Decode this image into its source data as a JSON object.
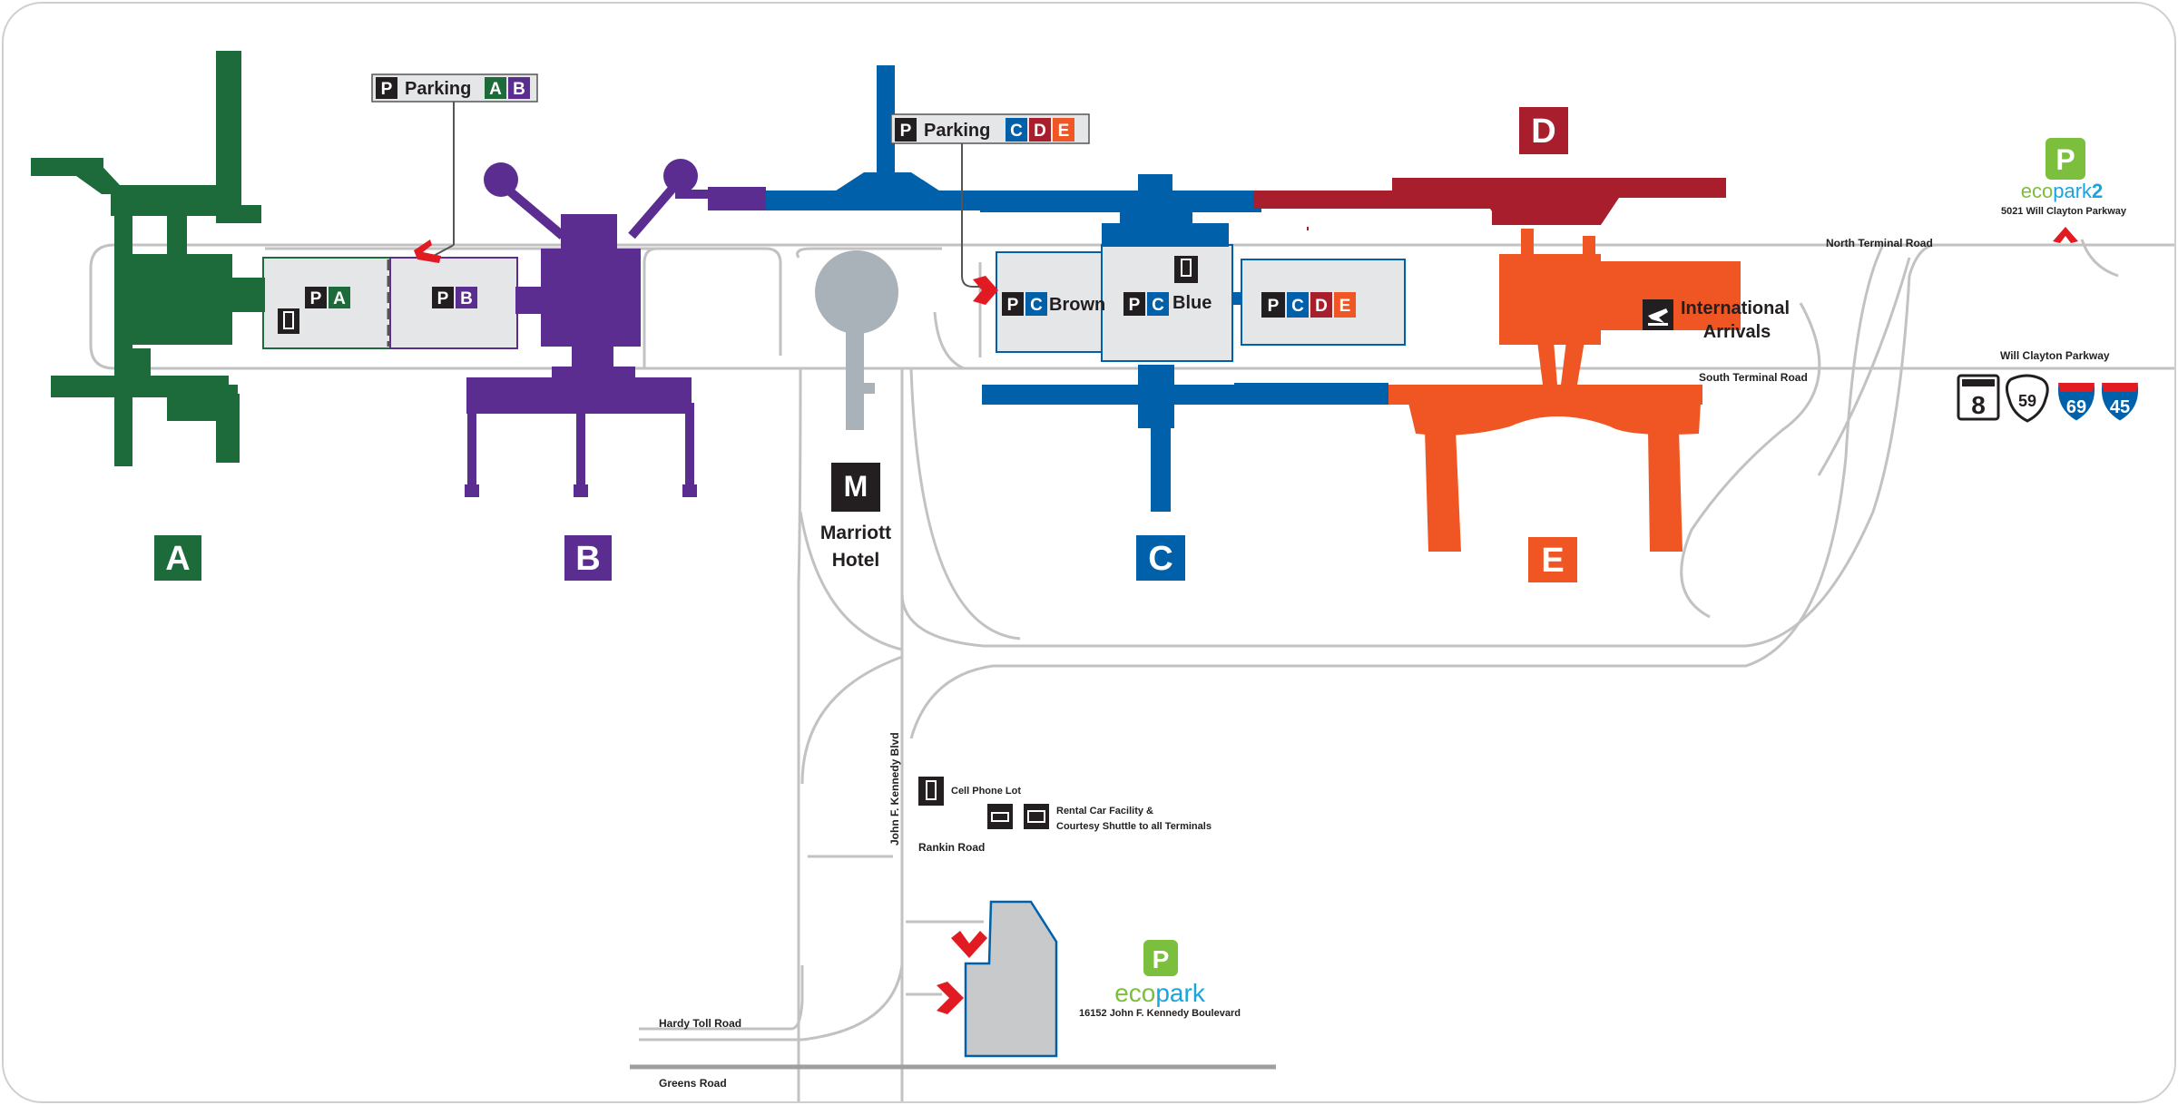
{
  "colors": {
    "terminal_a": "#1d6b3a",
    "terminal_b": "#5c2d91",
    "terminal_c": "#0060a9",
    "terminal_d": "#a81e2d",
    "terminal_e": "#f05623",
    "road": "#bdbdbd",
    "garage_fill": "#e5e6e8",
    "hotel_gray": "#a9b2b8",
    "eco_green": "#7bbf3c",
    "eco_blue": "#1aa3dd",
    "arrow_red": "#e21b23",
    "sign_black": "#231f20"
  },
  "terminals": {
    "a": {
      "letter": "A"
    },
    "b": {
      "letter": "B"
    },
    "c": {
      "letter": "C"
    },
    "d": {
      "letter": "D"
    },
    "e": {
      "letter": "E"
    }
  },
  "callouts": {
    "parking_ab": {
      "p": "P",
      "label": "Parking",
      "t1": "A",
      "t2": "B"
    },
    "parking_cde": {
      "p": "P",
      "label": "Parking",
      "t1": "C",
      "t2": "D",
      "t3": "E"
    }
  },
  "garages": {
    "a": {
      "p": "P",
      "t": "A"
    },
    "b": {
      "p": "P",
      "t": "B"
    },
    "brown": {
      "p": "P",
      "t": "C",
      "name": "Brown"
    },
    "blue": {
      "p": "P",
      "t": "C",
      "name": "Blue"
    },
    "cde": {
      "p": "P",
      "t1": "C",
      "t2": "D",
      "t3": "E"
    }
  },
  "places": {
    "international": {
      "line1": "International",
      "line2": "Arrivals"
    },
    "marriott": {
      "line1": "Marriott",
      "line2": "Hotel",
      "logo_letter": "M"
    },
    "ecopark2": {
      "brand_a": "eco",
      "brand_b": "park",
      "brand_num": "2",
      "address": "5021 Will Clayton Parkway"
    },
    "ecopark": {
      "brand_a": "eco",
      "brand_b": "park",
      "address": "16152 John F. Kennedy Boulevard"
    },
    "cell_lot": {
      "label": "Cell Phone Lot"
    },
    "rental": {
      "line1": "Rental Car Facility &",
      "line2": "Courtesy Shuttle to all Terminals"
    }
  },
  "roads": {
    "north_terminal": "North Terminal Road",
    "south_terminal": "South Terminal Road",
    "will_clayton": "Will Clayton Parkway",
    "jfk_blvd": "John F. Kennedy Blvd",
    "rankin": "Rankin Road",
    "hardy": "Hardy Toll Road",
    "greens": "Greens Road"
  },
  "shields": {
    "beltway": {
      "number": "8"
    },
    "us59": {
      "number": "59"
    },
    "i69": {
      "number": "69"
    },
    "i45": {
      "number": "45"
    }
  }
}
